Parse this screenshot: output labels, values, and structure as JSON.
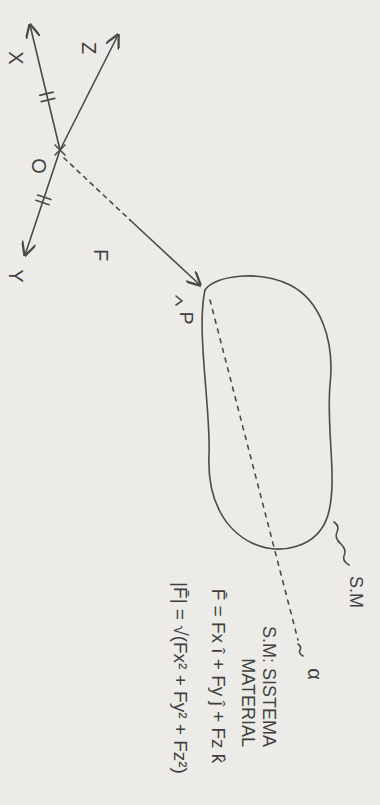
{
  "diagram": {
    "labels": [
      "X",
      "Z",
      "O",
      "Y",
      "F",
      "P",
      "S.M",
      "α",
      "S.M: SISTEMA MATERIAL",
      "F̄ = Fx î + Fy ĵ + Fz k̂",
      "|F̄| = √(Fx² + Fy² + Fz²)"
    ]
  }
}
